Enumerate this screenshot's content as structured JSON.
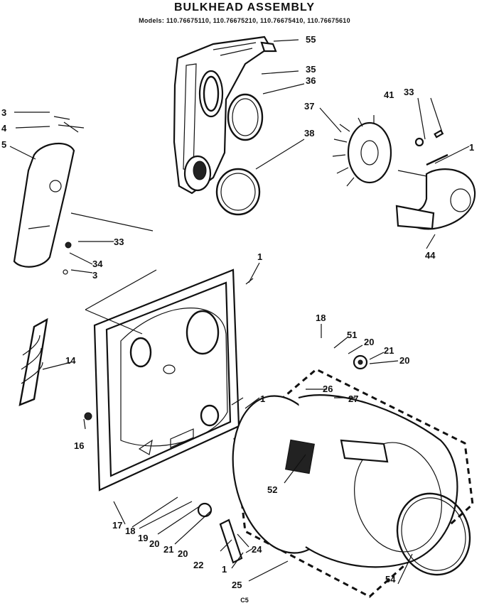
{
  "header": {
    "title": "BULKHEAD ASSEMBLY",
    "models": "Models: 110.76675110, 110.76675210, 110.76675410, 110.76675610"
  },
  "footer": {
    "code": "C5"
  },
  "callouts": {
    "c55": "55",
    "c35": "35",
    "c36": "36",
    "c37": "37",
    "c38": "38",
    "c41": "41",
    "c33a": "33",
    "c1a": "1",
    "c44": "44",
    "c3a": "3",
    "c4": "4",
    "c5": "5",
    "c33b": "33",
    "c34": "34",
    "c3b": "3",
    "c1b": "1",
    "c14": "14",
    "c16": "16",
    "c1c": "1",
    "c18a": "18",
    "c51": "51",
    "c20a": "20",
    "c21a": "21",
    "c20b": "20",
    "c26": "26",
    "c27": "27",
    "c52": "52",
    "c17": "17",
    "c18b": "18",
    "c19": "19",
    "c20c": "20",
    "c21b": "21",
    "c20d": "20",
    "c22": "22",
    "c24": "24",
    "c1d": "1",
    "c25": "25",
    "c54": "54"
  }
}
